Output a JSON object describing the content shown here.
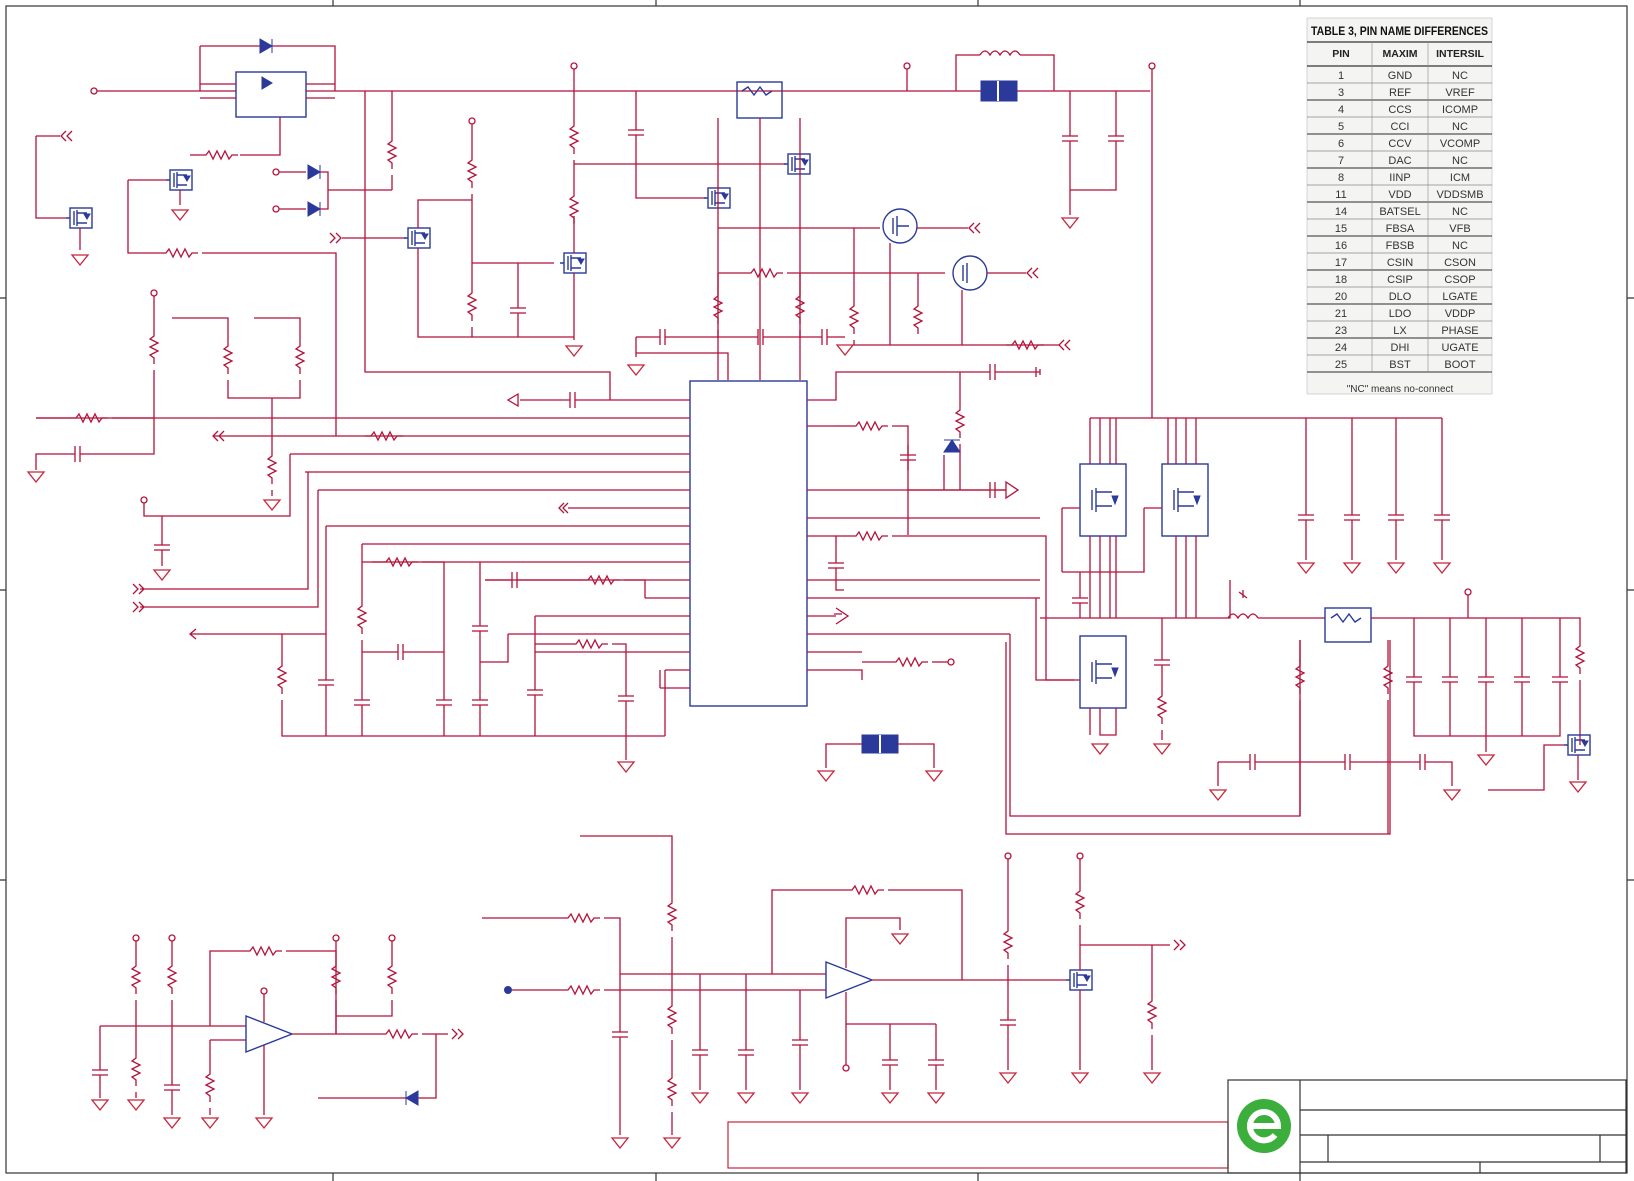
{
  "table": {
    "title": "TABLE 3, PIN NAME DIFFERENCES",
    "headers": [
      "PIN",
      "MAXIM",
      "INTERSIL"
    ],
    "rows": [
      [
        "1",
        "GND",
        "NC"
      ],
      [
        "3",
        "REF",
        "VREF"
      ],
      [
        "4",
        "CCS",
        "ICOMP"
      ],
      [
        "5",
        "CCI",
        "NC"
      ],
      [
        "6",
        "CCV",
        "VCOMP"
      ],
      [
        "7",
        "DAC",
        "NC"
      ],
      [
        "8",
        "IINP",
        "ICM"
      ],
      [
        "11",
        "VDD",
        "VDDSMB"
      ],
      [
        "14",
        "BATSEL",
        "NC"
      ],
      [
        "15",
        "FBSA",
        "VFB"
      ],
      [
        "16",
        "FBSB",
        "NC"
      ],
      [
        "17",
        "CSIN",
        "CSON"
      ],
      [
        "18",
        "CSIP",
        "CSOP"
      ],
      [
        "20",
        "DLO",
        "LGATE"
      ],
      [
        "21",
        "LDO",
        "VDDP"
      ],
      [
        "23",
        "LX",
        "PHASE"
      ],
      [
        "24",
        "DHI",
        "UGATE"
      ],
      [
        "25",
        "BST",
        "BOOT"
      ]
    ],
    "note": "\"NC\" means no-connect"
  },
  "colors": {
    "wire": "#b5123a",
    "component": "#2b3a9a",
    "logo": "#3cae3c"
  }
}
